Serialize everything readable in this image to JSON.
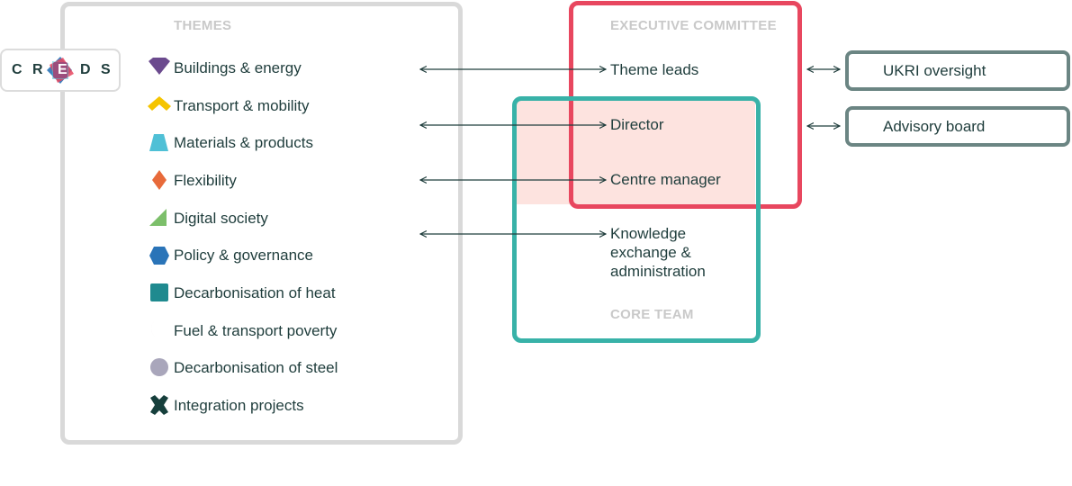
{
  "logo": {
    "letters": [
      "C",
      "R",
      "E",
      "D",
      "S"
    ]
  },
  "themes": {
    "title": "THEMES",
    "items": [
      {
        "label": "Buildings & energy",
        "icon": "purple-gem-icon",
        "color": "#6b4a8e"
      },
      {
        "label": "Transport & mobility",
        "icon": "yellow-chevron-icon",
        "color": "#f5c400"
      },
      {
        "label": "Materials & products",
        "icon": "cyan-trapezoid-icon",
        "color": "#4fc0d6"
      },
      {
        "label": "Flexibility",
        "icon": "orange-diamond-icon",
        "color": "#e86a3a"
      },
      {
        "label": "Digital society",
        "icon": "green-triangle-icon",
        "color": "#7cbf6a"
      },
      {
        "label": "Policy & governance",
        "icon": "blue-hexagon-icon",
        "color": "#2a74b8"
      },
      {
        "label": "Decarbonisation of heat",
        "icon": "teal-square-icon",
        "color": "#1f8a8f"
      },
      {
        "label": "Fuel & transport poverty",
        "icon": "magenta-crescent-icon",
        "color": "#a33a6d"
      },
      {
        "label": "Decarbonisation of steel",
        "icon": "grey-circle-icon",
        "color": "#a9a6bb"
      },
      {
        "label": "Integration projects",
        "icon": "dark-cross-icon",
        "color": "#163f3c"
      }
    ]
  },
  "executive": {
    "title": "EXECUTIVE COMMITTEE",
    "color": "#e8475f",
    "theme_leads": "Theme leads",
    "director": "Director",
    "centre_manager": "Centre manager"
  },
  "core_team": {
    "title": "CORE TEAM",
    "color": "#38b2a8",
    "knowledge_exchange": "Knowledge exchange & administration"
  },
  "external": {
    "ukri_oversight": "UKRI oversight",
    "advisory_board": "Advisory board",
    "color": "#6b8583"
  },
  "colors": {
    "themes_border": "#d9d9d9",
    "text": "#1f3d3c",
    "section_title": "#c9c9c9"
  }
}
